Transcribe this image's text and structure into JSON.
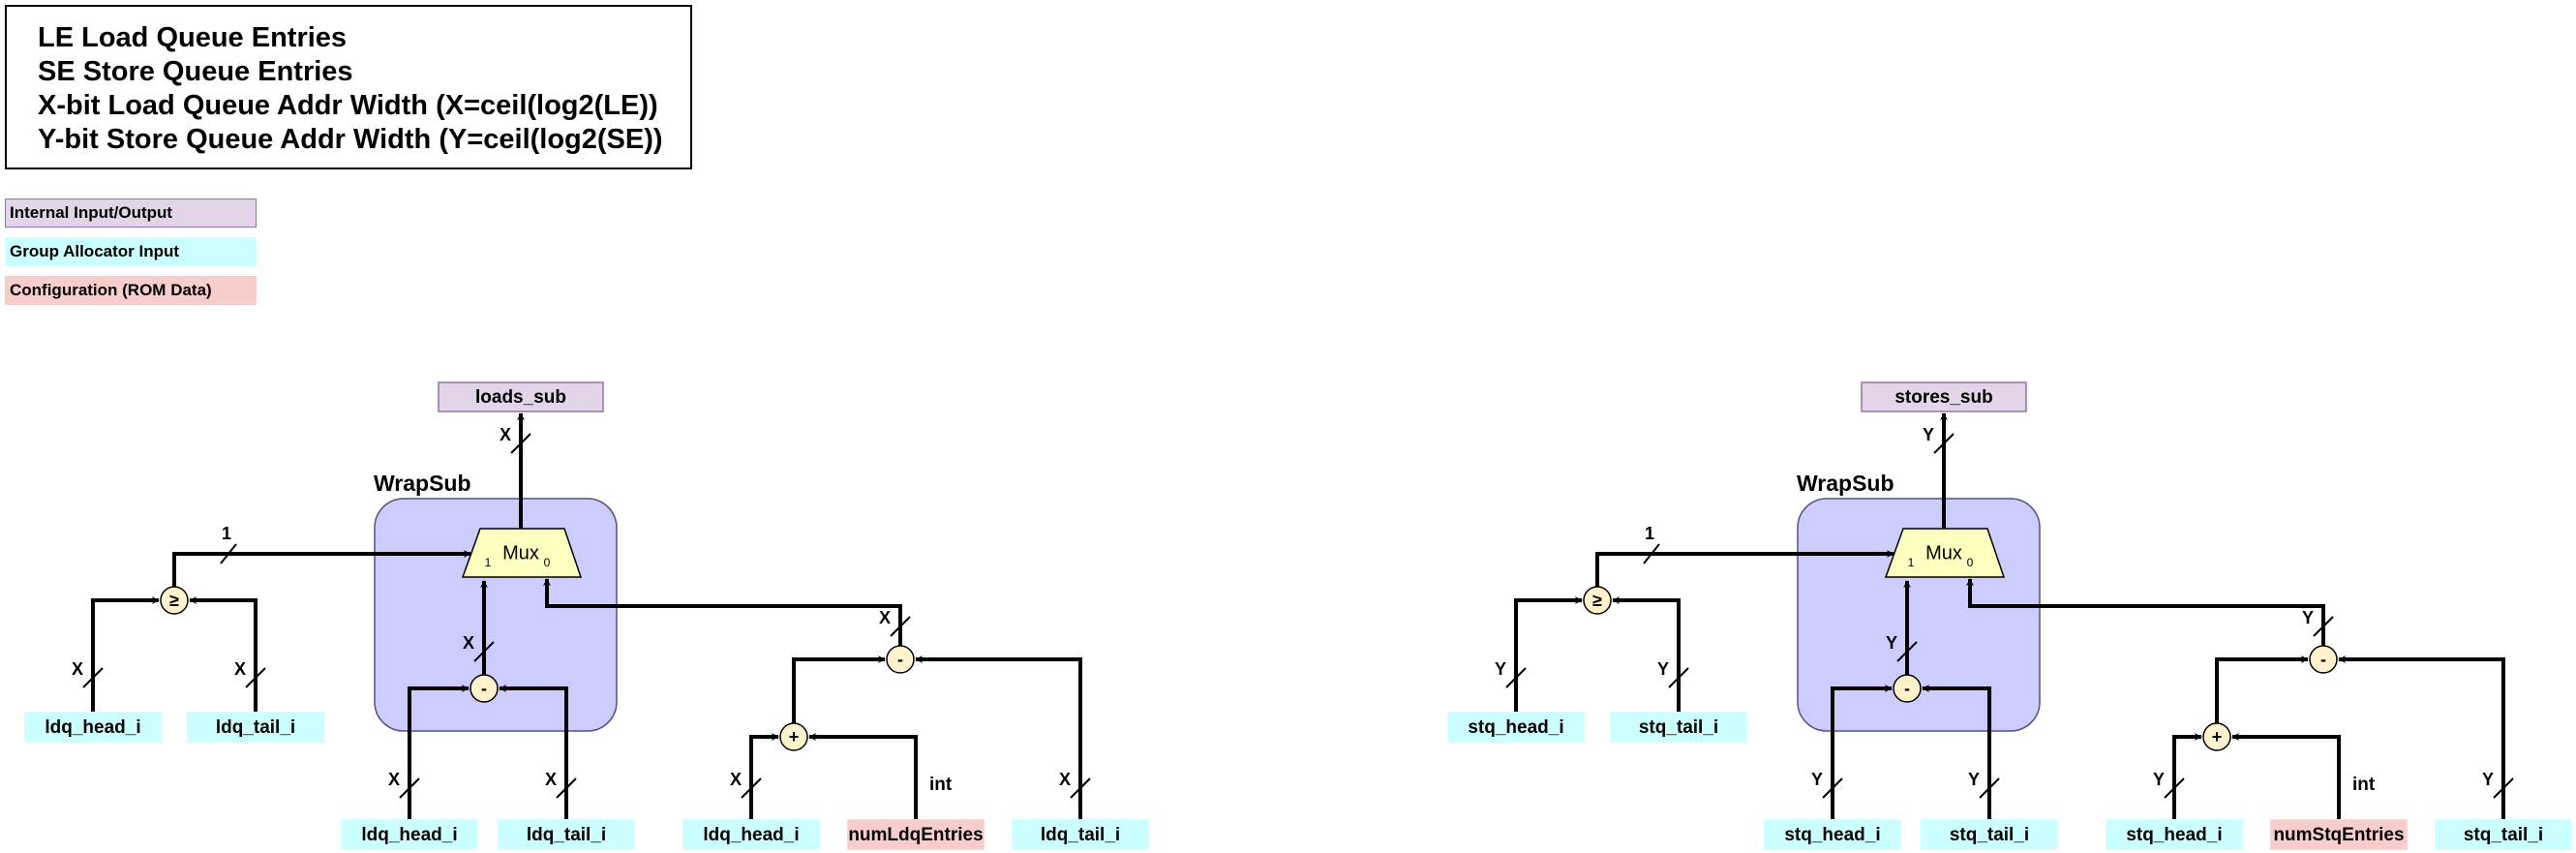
{
  "info": {
    "line1": "LE Load Queue Entries",
    "line2": "SE Store Queue Entries",
    "line3": "X-bit Load Queue Addr Width (X=ceil(log2(LE))",
    "line4": "Y-bit Store Queue Addr Width (Y=ceil(log2(SE))"
  },
  "legend": [
    {
      "label": "Internal Input/Output",
      "fill": "#e1d5e7",
      "stroke": "#9673a6"
    },
    {
      "label": "Group Allocator Input",
      "fill": "#ccffff",
      "stroke": "#ccffff"
    },
    {
      "label": "Configuration (ROM Data)",
      "fill": "#f8cecc",
      "stroke": "#f8cecc"
    }
  ],
  "colors": {
    "internal_fill": "#e1d5e7",
    "internal_stroke": "#9673a6",
    "input_fill": "#ccffff",
    "config_fill": "#f8cecc",
    "wrapsub_fill": "#ccccff",
    "wrapsub_stroke": "#56517e",
    "op_fill": "#fff2cc",
    "mux_fill": "#ffffc0"
  },
  "load": {
    "block_title": "WrapSub",
    "output": "loads_sub",
    "output_width": "X",
    "mux_label": "Mux",
    "mux_in1": "1",
    "mux_in0": "0",
    "sel_width": "1",
    "cmp_op": "≥",
    "sub_op": "-",
    "add_op": "+",
    "cmp_in_left": "ldq_head_i",
    "cmp_in_right": "ldq_tail_i",
    "sub_in_left": "ldq_head_i",
    "sub_in_right": "ldq_tail_i",
    "add_in": "ldq_head_i",
    "config_in": "numLdqEntries",
    "tail_in": "ldq_tail_i",
    "width": "X",
    "int_label": "int"
  },
  "store": {
    "block_title": "WrapSub",
    "output": "stores_sub",
    "output_width": "Y",
    "mux_label": "Mux",
    "mux_in1": "1",
    "mux_in0": "0",
    "sel_width": "1",
    "cmp_op": "≥",
    "sub_op": "-",
    "add_op": "+",
    "cmp_in_left": "stq_head_i",
    "cmp_in_right": "stq_tail_i",
    "sub_in_left": "stq_head_i",
    "sub_in_right": "stq_tail_i",
    "add_in": "stq_head_i",
    "config_in": "numStqEntries",
    "tail_in": "stq_tail_i",
    "width": "Y",
    "int_label": "int"
  }
}
